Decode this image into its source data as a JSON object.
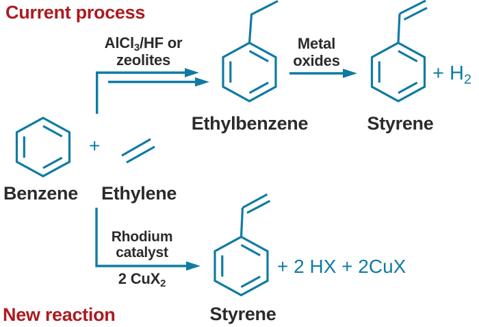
{
  "figure": {
    "type": "chemical-reaction-scheme",
    "colors": {
      "structure_teal": "#0F7BA2",
      "heading_red": "#AC1B1F",
      "label_dark": "#2B2B2B",
      "background": "#FFFFFF"
    },
    "headings": {
      "current_process": "Current process",
      "new_reaction": "New reaction"
    },
    "molecules": {
      "benzene": "Benzene",
      "ethylene": "Ethylene",
      "ethylbenzene": "Ethylbenzene",
      "styrene_top": "Styrene",
      "styrene_bottom": "Styrene"
    },
    "plus_sign": "+",
    "reactions": {
      "alkylation": {
        "reagent1_base": "AlCl",
        "reagent1_sub": "3",
        "reagent1_rest": "/HF or",
        "reagent2": "zeolites"
      },
      "dehydrogenation": {
        "reagent1": "Metal",
        "reagent2": "oxides",
        "byproduct_base": "+ H",
        "byproduct_sub": "2"
      },
      "oxidative_coupling": {
        "catalyst1": "Rhodium",
        "catalyst2": "catalyst",
        "reagent_base": "2 CuX",
        "reagent_sub": "2",
        "byproducts": "+ 2 HX + 2CuX"
      }
    }
  }
}
